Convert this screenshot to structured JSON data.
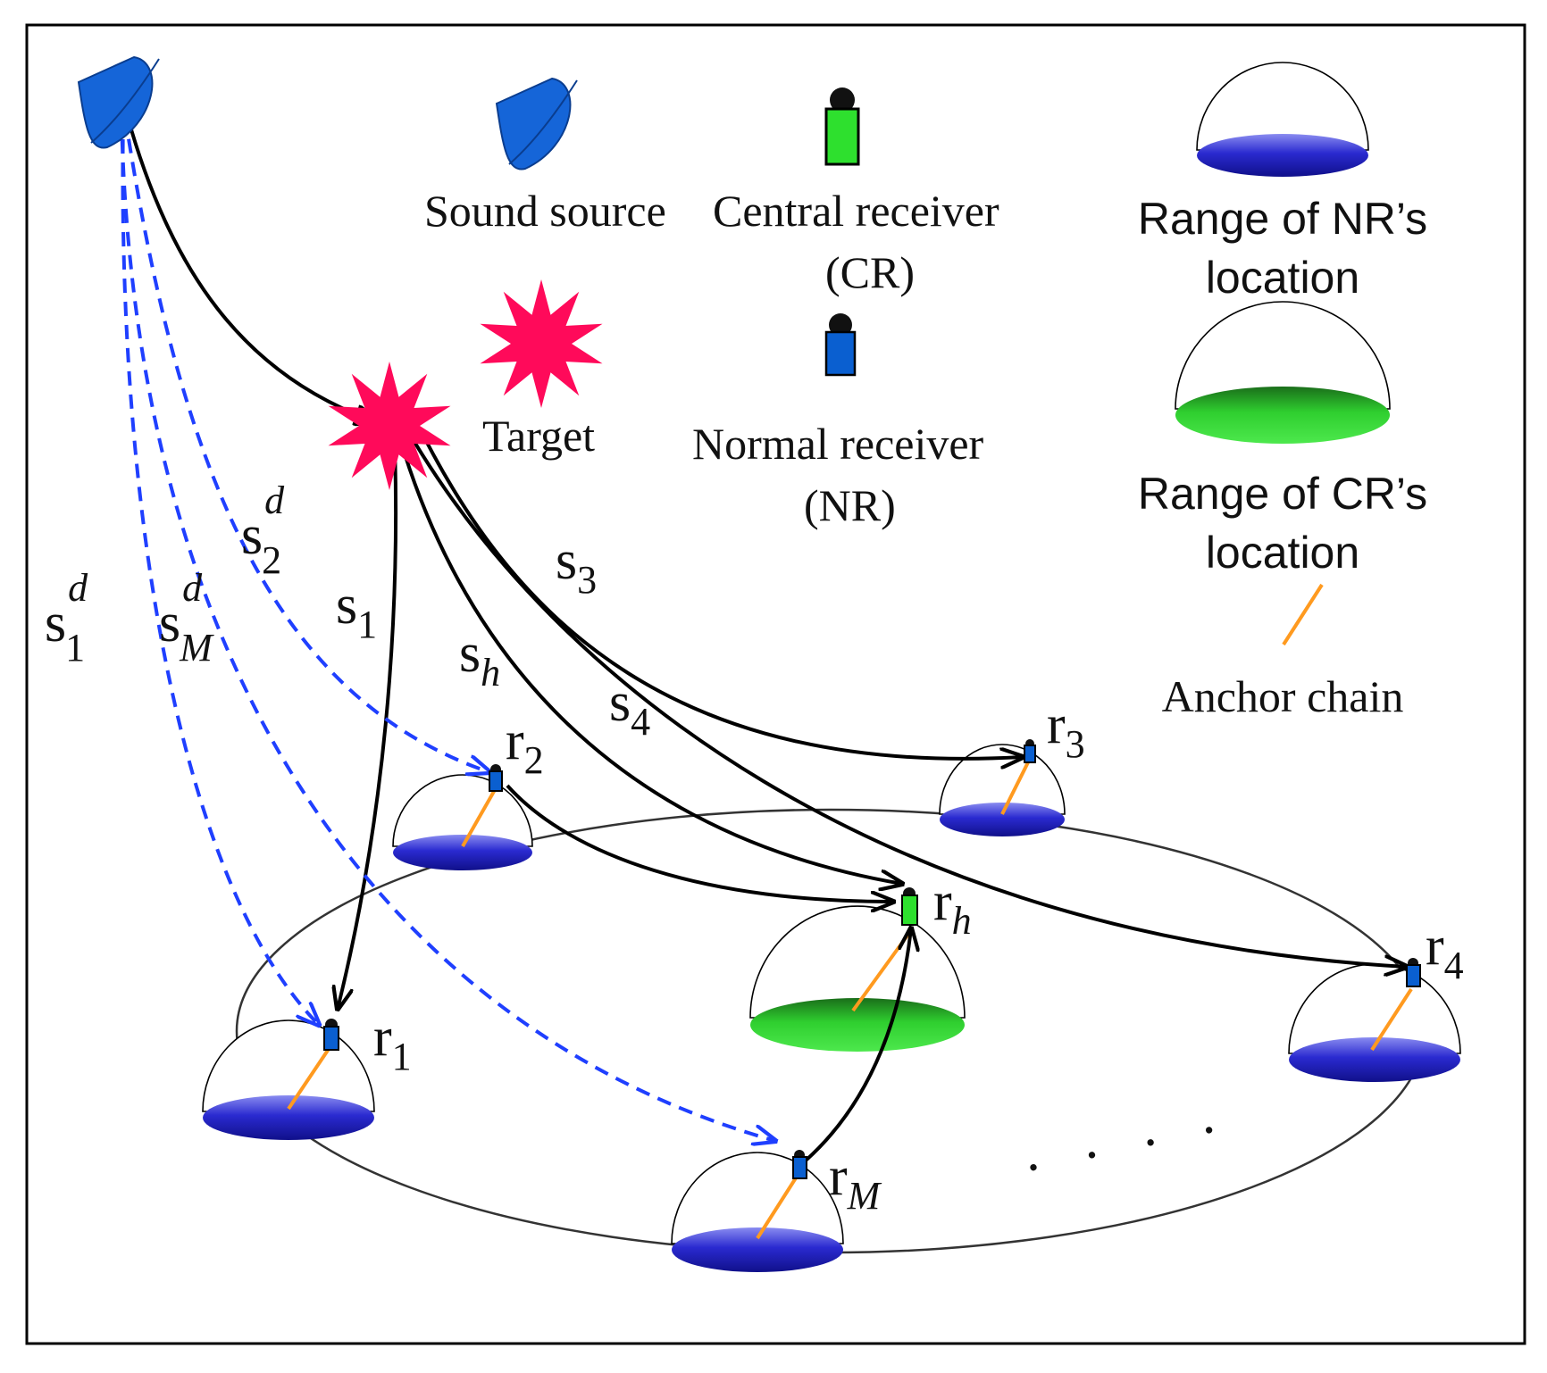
{
  "legend": {
    "sound_source": "Sound source",
    "central_receiver": "Central receiver",
    "central_receiver_abbr": "(CR)",
    "normal_receiver": "Normal receiver",
    "normal_receiver_abbr": "(NR)",
    "target": "Target",
    "nr_range_line1": "Range of NR’s",
    "nr_range_line2": "location",
    "cr_range_line1": "Range of CR’s",
    "cr_range_line2": "location",
    "anchor_chain": "Anchor chain"
  },
  "receivers": {
    "r1": {
      "base": "r",
      "sub": "1"
    },
    "r2": {
      "base": "r",
      "sub": "2"
    },
    "r3": {
      "base": "r",
      "sub": "3"
    },
    "r4": {
      "base": "r",
      "sub": "4"
    },
    "rh": {
      "base": "r",
      "sub": "h"
    },
    "rM": {
      "base": "r",
      "sub": "M"
    }
  },
  "paths": {
    "s1": {
      "base": "s",
      "sub": "1"
    },
    "s3": {
      "base": "s",
      "sub": "3"
    },
    "s4": {
      "base": "s",
      "sub": "4"
    },
    "sh": {
      "base": "s",
      "sub": "h"
    },
    "s1d": {
      "base": "s",
      "sub": "1",
      "sup": "d"
    },
    "s2d": {
      "base": "s",
      "sub": "2",
      "sup": "d"
    },
    "sMd": {
      "base": "s",
      "sub": "M",
      "sup": "d"
    }
  },
  "ellipsis": ". . . .",
  "colors": {
    "source_blue": "#1565d8",
    "target_red": "#ff0a5a",
    "cr_green": "#2ee02e",
    "nr_blue": "#0a5fd0",
    "nr_dome_base": "#2424c0",
    "cr_dome_base": "#1fb81f",
    "anchor": "#ff9a1f",
    "direct_path": "#1f3fff"
  }
}
